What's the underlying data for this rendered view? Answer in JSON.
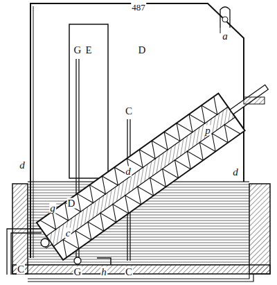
{
  "diagram": {
    "labels": [
      "487",
      "a",
      "E",
      "D",
      "G",
      "C",
      "d",
      "d",
      "d",
      "p",
      "g",
      "D",
      "c",
      "C",
      "G",
      "h",
      "C"
    ]
  }
}
